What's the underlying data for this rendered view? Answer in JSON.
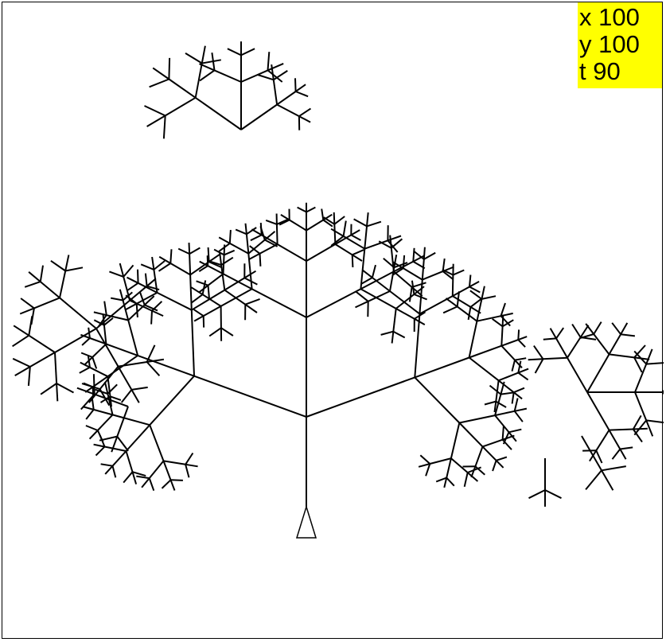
{
  "status": {
    "x_readout": "x 100",
    "y_readout": "y 100",
    "t_readout": "t 90",
    "background": "#ffff00"
  },
  "drawing": {
    "kind": "turtle-fractal-tree",
    "line_color": "#000000",
    "background": "#ffffff",
    "turtle_icon": "triangle-turtle-icon"
  }
}
